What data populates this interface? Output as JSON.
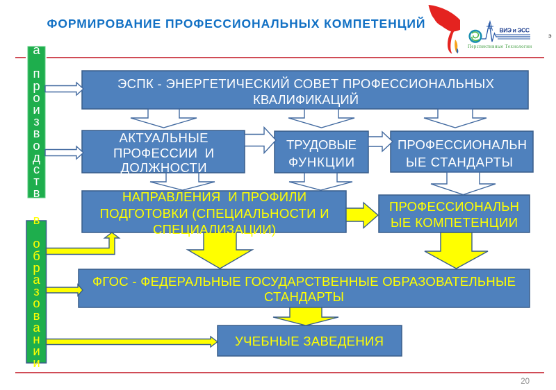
{
  "slide": {
    "title": "ФОРМИРОВАНИЕ ПРОФЕССИОНАЛЬНЫХ КОМПЕТЕНЦИЙ",
    "page_number": "20",
    "edge_fragment": "э"
  },
  "logo": {
    "icons": [
      "phoenix-wing-icon",
      "swirl-emblem-icon",
      "pylon-icon",
      "power-pulse-icon"
    ],
    "name": "ВИЭ и ЭСС",
    "tagline": "Перспективные Технологии"
  },
  "side_labels": {
    "production": "а производств",
    "education": "в образовании"
  },
  "boxes": {
    "espk": {
      "lines": [
        "ЭСПК - ЭНЕРГЕТИЧЕСКИЙ СОВЕТ ПРОФЕССИОНАЛЬНЫХ",
        "КВАЛИФИКАЦИЙ"
      ]
    },
    "current_professions": {
      "lines": [
        "АКТУАЛЬНЫЕ",
        "ПРОФЕССИИ  И",
        "ДОЛЖНОСТИ"
      ]
    },
    "labor_functions": {
      "lines": [
        "ТРУДОВЫЕ",
        "ФУНКЦИИ"
      ]
    },
    "professional_standards": {
      "lines": [
        "ПРОФЕССИОНАЛЬН",
        "ЫЕ СТАНДАРТЫ"
      ]
    },
    "training_directions": {
      "lines": [
        "НАПРАВЛЕНИЯ  И ПРОФИЛИ",
        "ПОДГОТОВКИ (СПЕЦИАЛЬНОСТИ И",
        "СПЕЦИАЛИЗАЦИИ)"
      ]
    },
    "professional_competencies": {
      "lines": [
        "ПРОФЕССИОНАЛЬН",
        "ЫЕ КОМПЕТЕНЦИИ"
      ]
    },
    "fgos": {
      "lines": [
        "ФГОС - ФЕДЕРАЛЬНЫЕ ГОСУДАРСТВЕННЫЕ ОБРАЗОВАТЕЛЬНЫЕ",
        "СТАНДАРТЫ"
      ]
    },
    "educational_institutions": {
      "lines": [
        "УЧЕБНЫЕ ЗАВЕДЕНИЯ"
      ]
    }
  },
  "flow": [
    {
      "id": "production-to-espk",
      "from": "production",
      "to": "espk",
      "style": "white"
    },
    {
      "id": "production-to-current-professions",
      "from": "production",
      "to": "current_professions",
      "style": "white"
    },
    {
      "id": "espk-to-current-professions",
      "from": "espk",
      "to": "current_professions",
      "style": "white"
    },
    {
      "id": "espk-to-labor-functions",
      "from": "espk",
      "to": "labor_functions",
      "style": "white"
    },
    {
      "id": "espk-to-professional-standards",
      "from": "espk",
      "to": "professional_standards",
      "style": "white"
    },
    {
      "id": "current-professions-to-labor-functions",
      "from": "current_professions",
      "to": "labor_functions",
      "style": "white"
    },
    {
      "id": "labor-functions-to-professional-standards",
      "from": "labor_functions",
      "to": "professional_standards",
      "style": "white"
    },
    {
      "id": "current-professions-to-training-directions",
      "from": "current_professions",
      "to": "training_directions",
      "style": "white"
    },
    {
      "id": "labor-functions-to-training-directions",
      "from": "labor_functions",
      "to": "training_directions",
      "style": "white"
    },
    {
      "id": "professional-standards-to-professional-competencies",
      "from": "professional_standards",
      "to": "professional_competencies",
      "style": "white"
    },
    {
      "id": "training-directions-to-professional-competencies",
      "from": "training_directions",
      "to": "professional_competencies",
      "style": "yellow"
    },
    {
      "id": "training-directions-to-fgos",
      "from": "training_directions",
      "to": "fgos",
      "style": "yellow"
    },
    {
      "id": "professional-competencies-to-fgos",
      "from": "professional_competencies",
      "to": "fgos",
      "style": "yellow"
    },
    {
      "id": "fgos-to-educational-institutions",
      "from": "fgos",
      "to": "educational_institutions",
      "style": "yellow"
    },
    {
      "id": "education-to-training-directions",
      "from": "education",
      "to": "training_directions",
      "style": "yellow"
    },
    {
      "id": "education-to-fgos",
      "from": "education",
      "to": "fgos",
      "style": "yellow"
    },
    {
      "id": "education-to-educational-institutions",
      "from": "education",
      "to": "educational_institutions",
      "style": "yellow"
    }
  ],
  "colors": {
    "title": "#1170c4",
    "rule_red": "#c0111f",
    "box_fill": "#4f81bd",
    "box_border": "#385d8a",
    "text_white": "#ffffff",
    "text_yellow": "#ffff00",
    "arrow_white": "#ffffff",
    "arrow_white_outline": "#41699f",
    "arrow_yellow": "#ffff00",
    "green_bar": "#1eae4d",
    "green_bar_border": "#62cf85",
    "page_number": "#8e8e8e",
    "logo_red": "#e42320",
    "logo_blue": "#1f3f8f",
    "logo_green": "#3a9a3a"
  }
}
